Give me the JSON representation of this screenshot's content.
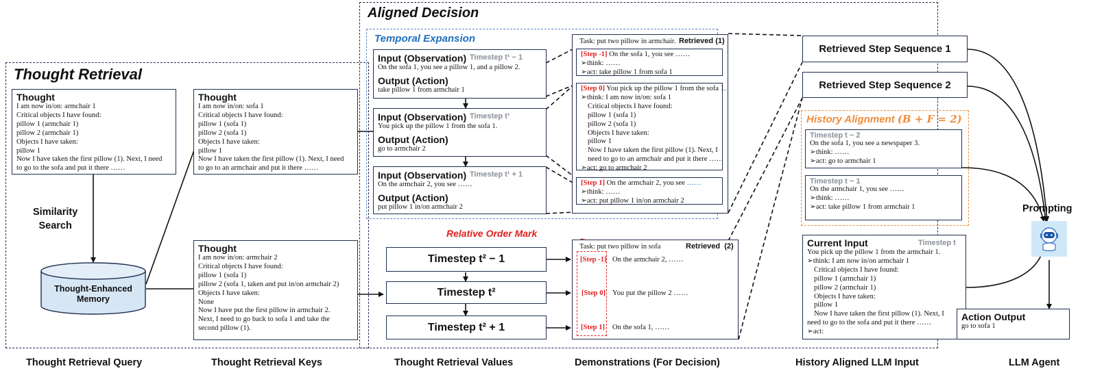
{
  "thought_retrieval": {
    "title": "Thought Retrieval",
    "query": {
      "heading": "Thought",
      "lines": [
        "I am now in/on: armchair 1",
        "Critical objects I have found:",
        "pillow 1 (armchair 1)",
        "pillow 2 (armchair 1)",
        "Objects I have taken:",
        "pillow 1",
        "Now I have taken the first pillow (1). Next, I need",
        "to go to the sofa and put it there ……"
      ]
    },
    "similarity_search": [
      "Similarity",
      "Search"
    ],
    "memory": [
      "Thought-Enhanced",
      "Memory"
    ],
    "key1": {
      "heading": "Thought",
      "lines": [
        "I am now in/on: sofa 1",
        "Critical objects I have found:",
        "pillow 1 (sofa 1)",
        "pillow 2 (sofa 1)",
        "Objects I have taken:",
        "pillow 1",
        "Now I have taken the first pillow (1). Next, I need",
        "to go to an armchair and put it there ……"
      ]
    },
    "key2": {
      "heading": "Thought",
      "lines": [
        "I am now in/on: armchair 2",
        "Critical objects I have found:",
        "pillow 1 (sofa 1)",
        "pillow 2 (sofa 1, taken and put in/on armchair 2)",
        "Objects I have taken:",
        "None",
        "Now I have put the first pillow in armchair 2.",
        "Next, I need to go back to sofa 1 and take the",
        "second pillow (1)."
      ]
    }
  },
  "aligned_decision": {
    "title": "Aligned Decision",
    "temporal_expansion": "Temporal Expansion",
    "steps": [
      {
        "in_label": "Input (Observation)",
        "timestep": "Timestep t¹ − 1",
        "in_text": "On the sofa 1, you see a pillow 1, and a pillow 2.",
        "out_label": "Output (Action)",
        "out_text": "take pillow 1 from armchair 1"
      },
      {
        "in_label": "Input (Observation)",
        "timestep": "Timestep t¹",
        "in_text": "You pick up the pillow 1 from the sofa 1.",
        "out_label": "Output (Action)",
        "out_text": "go to armchair 2"
      },
      {
        "in_label": "Input (Observation)",
        "timestep": "Timestep t¹ + 1",
        "in_text": "On the armchair 2, you see ……",
        "out_label": "Output (Action)",
        "out_text": "put pillow 1 in/on armchair 2"
      }
    ],
    "relative_order_mark": "Relative Order Mark",
    "timesteps2": [
      "Timestep t² − 1",
      "Timestep t²",
      "Timestep t² + 1"
    ],
    "retrieved1": {
      "task": "Task: put two pillow in armchair.",
      "tag": "Retrieved (1)",
      "stepm1": {
        "mark": "[Step -1]",
        "text": " On the sofa 1, you see ……",
        "lines": [
          "➢think: ……",
          "➢act: take pillow 1 from sofa 1"
        ]
      },
      "step0": {
        "mark": "[Step 0]",
        "text": " You pick up the pillow 1 from the sofa 1.",
        "first": "➢think: I am now in/on: sofa 1",
        "lines": [
          "Critical objects I have found:",
          "pillow 1 (sofa 1)",
          "pillow 2 (sofa 1)",
          "Objects I have taken:",
          "pillow 1",
          "Now I have taken the first pillow (1). Next, I",
          "need to go to an armchair and put it there ……"
        ],
        "act": "➢act: go to armchair 2"
      },
      "step1": {
        "mark": "[Step 1]",
        "text": " On the armchair 2, you see ",
        "text_blue": "……",
        "lines": [
          "➢think: ……",
          "➢act: put pillow 1 in/on armchair 2"
        ]
      }
    },
    "retrieved2": {
      "task": "Task: put two pillow in sofa",
      "tag": "Retrieved  (2)",
      "rows": [
        {
          "mark": "[Step -1]",
          "text": "On the armchair 2, ……"
        },
        {
          "mark": "[Step 0]",
          "text": "You put the pillow 2 ……"
        },
        {
          "mark": "[Step 1]",
          "text": "On the sofa 1, ……"
        }
      ]
    }
  },
  "llm_input": {
    "seq1": "Retrieved Step Sequence 1",
    "seq2": "Retrieved Step Sequence 2",
    "history_title": "History Alignment",
    "history_formula": "(B + F = 2)",
    "hist1": {
      "timestep": "Timestep t − 2",
      "obs": "On the sofa 1, you see a newspaper 3.",
      "lines": [
        "➢think: ……",
        "➢act: go to armchair 1"
      ]
    },
    "hist2": {
      "timestep": "Timestep t − 1",
      "obs": "On the armchair 1, you see ……",
      "lines": [
        "➢think: ……",
        "➢act: take pillow 1 from armchair 1"
      ]
    },
    "current": {
      "heading": "Current Input",
      "timestep": "Timestep t",
      "obs": "You pick up the pillow 1 from the armchair 1.",
      "first": "➢think: I am now in/on armchair 1",
      "lines": [
        "Critical objects I have found:",
        "pillow 1 (armchair 1)",
        "pillow 2 (armchair 1)",
        "Objects I have taken:",
        "pillow 1",
        "Now I have taken the first pillow (1). Next, I"
      ],
      "tail": [
        "need to go to the sofa and put it there ……",
        "➢act:"
      ]
    }
  },
  "agent": {
    "prompting": "Prompting",
    "action_heading": "Action Output",
    "action_text": "go to sofa 1"
  },
  "footer": [
    "Thought Retrieval Query",
    "Thought Retrieval Keys",
    "Thought Retrieval Values",
    "Demonstrations (For Decision)",
    "History Aligned LLM Input",
    "LLM Agent"
  ],
  "colors": {
    "frame": "#1f2d4f",
    "accent_red": "#e02020",
    "temporal_blue": "#1f6fbf",
    "history_orange": "#f08c3a",
    "memory_fill": "#d7e6f5"
  }
}
